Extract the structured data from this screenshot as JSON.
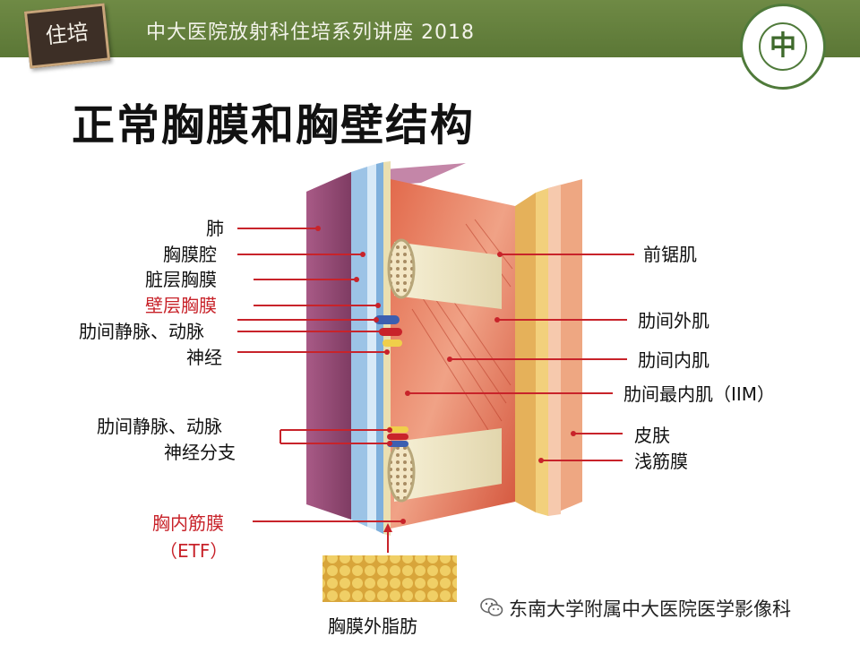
{
  "header": {
    "title": "中大医院放射科住培系列讲座 2018",
    "badge_text": "住培",
    "logo_text": "中"
  },
  "page_title": "正常胸膜和胸壁结构",
  "labels_left": {
    "lung": "肺",
    "pleural_cavity": "胸膜腔",
    "visceral_pleura": "脏层胸膜",
    "parietal_pleura": "壁层胸膜",
    "intercostal_vessels": "肋间静脉、动脉",
    "nerve": "神经",
    "intercostal_vessels_2": "肋间静脉、动脉",
    "nerve_branch": "神经分支",
    "etf_cn": "胸内筋膜",
    "etf_abbr": "（ETF）"
  },
  "labels_right": {
    "serratus_anterior": "前锯肌",
    "external_intercostal": "肋间外肌",
    "internal_intercostal": "肋间内肌",
    "innermost_intercostal": "肋间最内肌（IIM）",
    "skin": "皮肤",
    "superficial_fascia": "浅筋膜"
  },
  "bottom": {
    "fat_caption": "胸膜外脂肪",
    "watermark": "东南大学附属中大医院医学影像科"
  },
  "colors": {
    "header_green": "#5b7736",
    "line_red": "#c8232a",
    "highlight_red": "#c8232a",
    "lung_purple": "#9b4e78",
    "muscle_red": "#d9593f",
    "bone": "#efe8c8",
    "fat_yellow": "#e7c05a",
    "skin": "#e9a07c"
  }
}
